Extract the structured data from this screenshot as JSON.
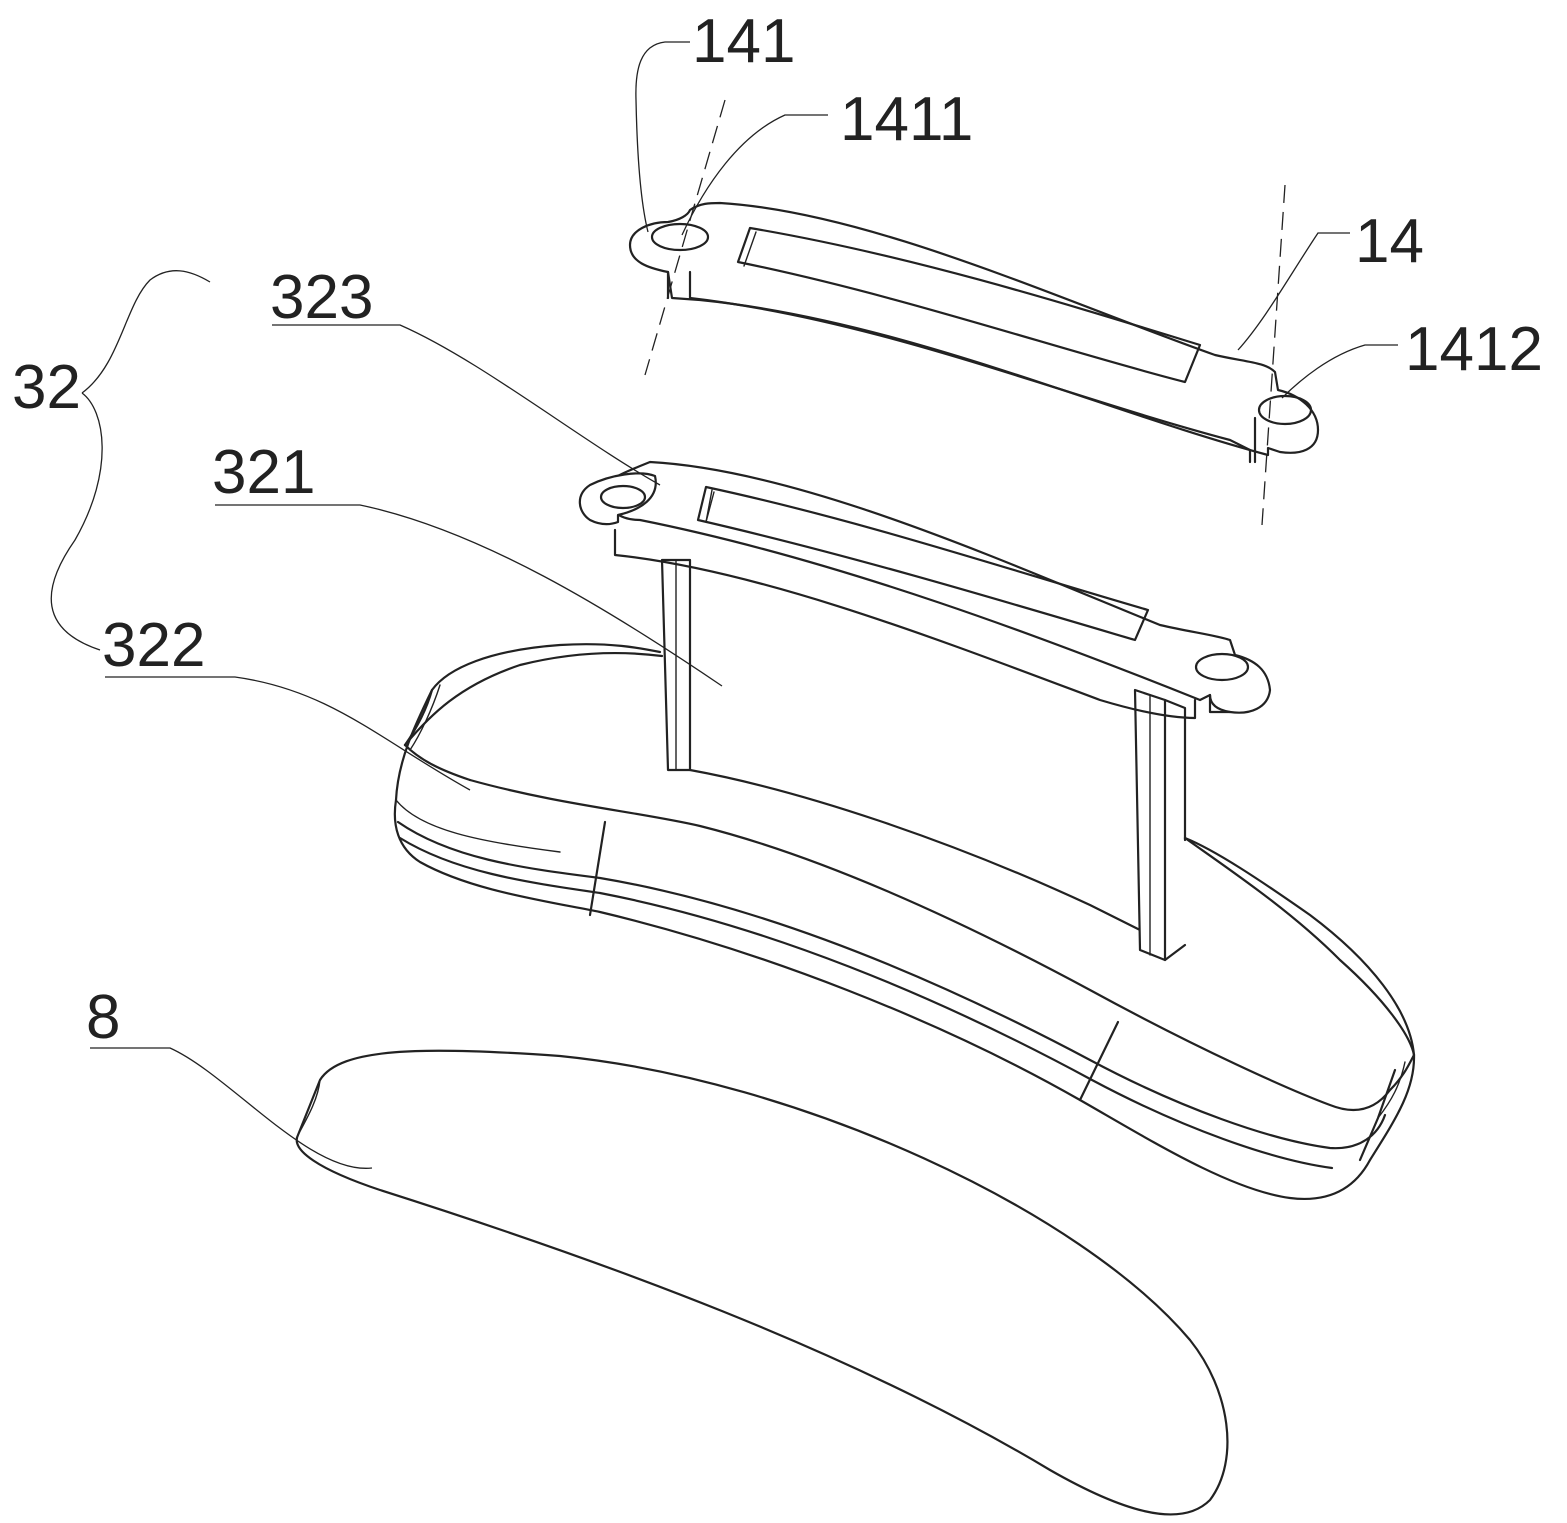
{
  "labels": {
    "l141": "141",
    "l1411": "1411",
    "l14": "14",
    "l1412": "1412",
    "l323": "323",
    "l32": "32",
    "l321": "321",
    "l322": "322",
    "l8": "8"
  }
}
